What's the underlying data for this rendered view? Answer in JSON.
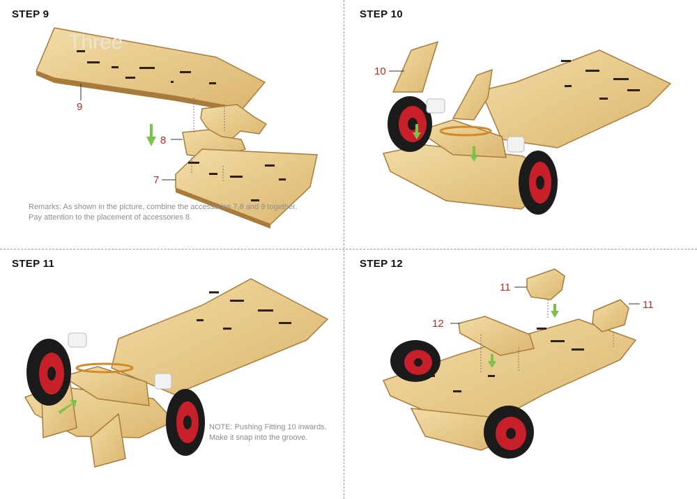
{
  "steps": [
    {
      "title": "STEP 9"
    },
    {
      "title": "STEP 10"
    },
    {
      "title": "STEP 11"
    },
    {
      "title": "STEP 12"
    }
  ],
  "step9": {
    "watermark": "Three",
    "callouts": [
      "9",
      "8",
      "7"
    ],
    "remark_line1": "Remarks: As shown in the picture, combine the accessories 7,8 and 9 together.",
    "remark_line2": "Pay attention to the placement of accessories 8."
  },
  "step10": {
    "callouts": [
      "10"
    ]
  },
  "step11": {
    "note_line1": "NOTE: Pushing Fitting 10 inwards,",
    "note_line2": "Make it snap into the groove."
  },
  "step12": {
    "callouts": [
      "11",
      "12",
      "11"
    ]
  },
  "colors": {
    "wood": "#e6c98a",
    "wood_light": "#f1dca5",
    "wood_edge": "#a87b3c",
    "slot": "#2e2218",
    "tire": "#1b1b1b",
    "rim": "#c8202a",
    "arrow": "#7cc24a",
    "callout": "#c0271f"
  }
}
